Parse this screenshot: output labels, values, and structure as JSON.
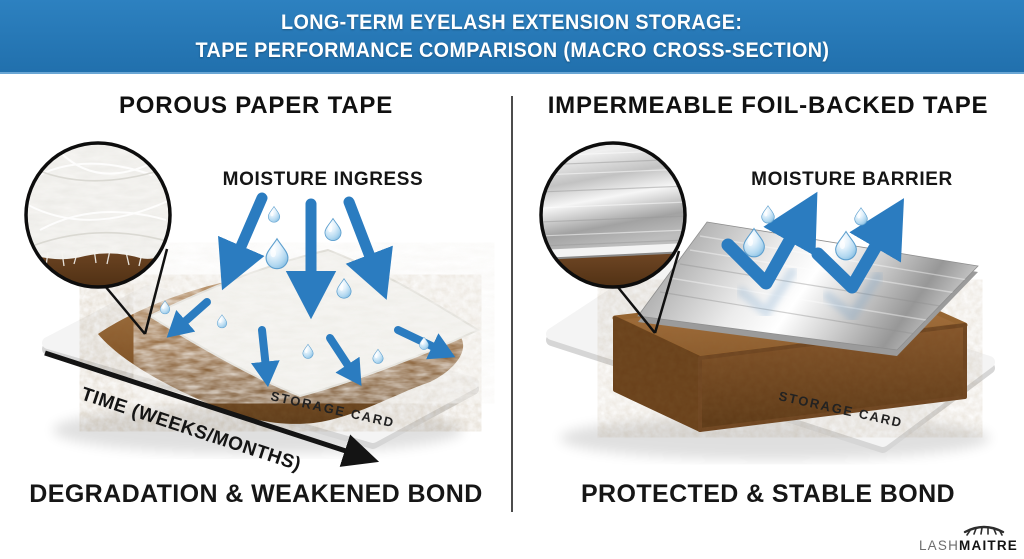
{
  "header": {
    "line1": "LONG-TERM EYELASH EXTENSION STORAGE:",
    "line2": "TAPE PERFORMANCE COMPARISON (MACRO CROSS-SECTION)"
  },
  "left_panel": {
    "title": "POROUS PAPER TAPE",
    "annotation": "MOISTURE INGRESS",
    "time_label": "TIME (WEEKS/MONTHS)",
    "card_label": "STORAGE CARD",
    "caption": "DEGRADATION & WEAKENED BOND"
  },
  "right_panel": {
    "title_emphasis": "IMPERMEABLE",
    "title_rest": " FOIL-BACKED TAPE",
    "annotation": "MOISTURE BARRIER",
    "card_label": "STORAGE CARD",
    "caption": "PROTECTED & STABLE BOND"
  },
  "logo": {
    "brand_light": "LASH",
    "brand_bold": "MAITRE"
  },
  "icons": {
    "droplet": "water-droplet-icon",
    "ingress_arrow": "moisture-ingress-arrow-icon",
    "deflect_arrow": "moisture-deflect-arrow-icon",
    "paper_inset": "paper-fiber-macro-inset",
    "foil_inset": "foil-surface-macro-inset",
    "eyelash": "eyelash-icon"
  },
  "colors": {
    "header-bg": "#2d81c0",
    "header-bg-dark": "#2170ad",
    "accent-blue": "#2b7cc0",
    "droplet-blue": "#bfe0f4",
    "adhesive-brown": "#7c4f24",
    "card-gray": "#f4f4f4",
    "foil-silver": "#d9d9d9",
    "text-dark": "#161616",
    "divider-gray": "#4c4c4c",
    "logo-gray": "#6e6e6e"
  }
}
